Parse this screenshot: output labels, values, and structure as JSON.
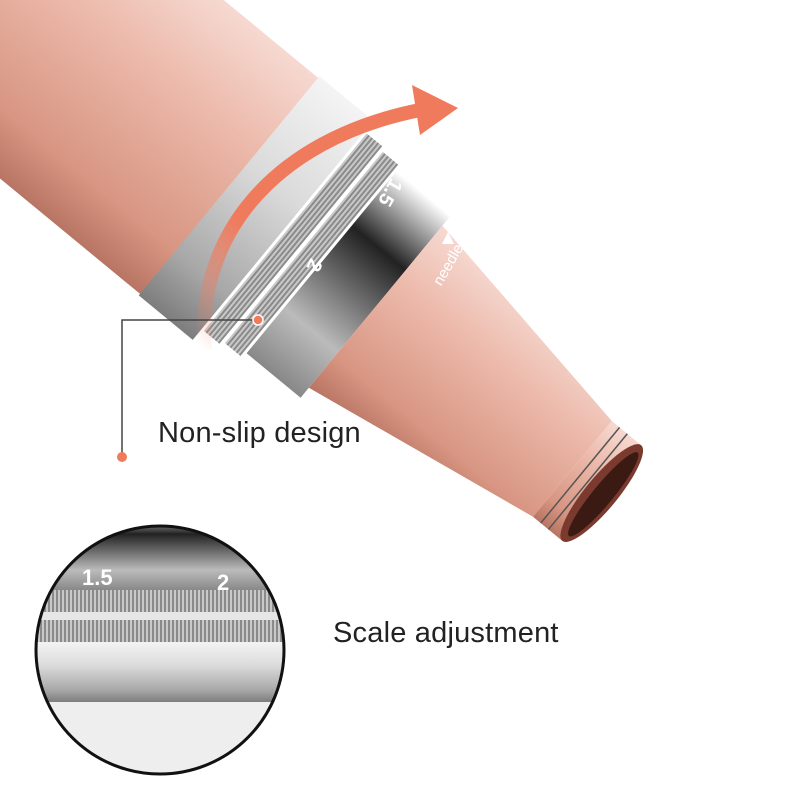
{
  "callouts": {
    "non_slip": "Non-slip design",
    "scale": "Scale adjustment"
  },
  "dial": {
    "mark_a": "1.5",
    "mark_b": "2",
    "needle_text": "needle o"
  },
  "colors": {
    "accent": "#f07a5c",
    "body_pink": "#e9b3a5",
    "silver": "#d8d8d8",
    "dial_dark": "#1c1c1c"
  },
  "icons": {
    "rotation_arrow": "curved-arrow-icon"
  }
}
